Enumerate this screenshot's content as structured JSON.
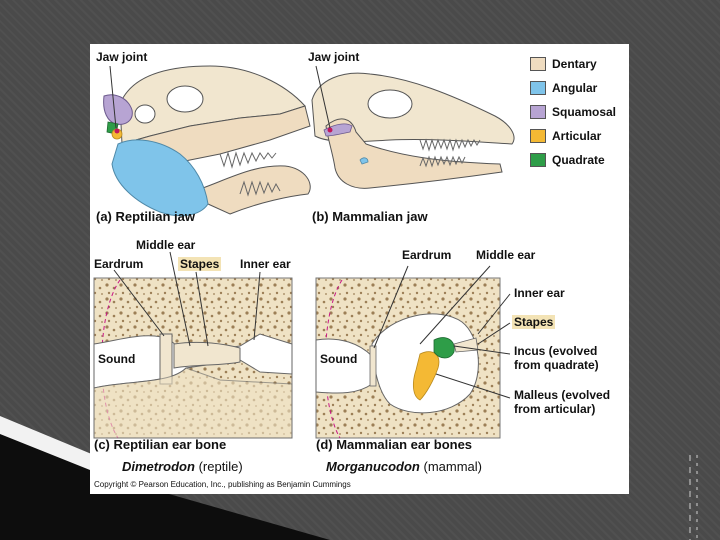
{
  "panels": {
    "a": {
      "jaw_joint": "Jaw joint",
      "caption": "(a) Reptilian jaw"
    },
    "b": {
      "jaw_joint": "Jaw joint",
      "caption": "(b) Mammalian jaw"
    },
    "c": {
      "middle_ear": "Middle ear",
      "eardrum": "Eardrum",
      "stapes": "Stapes",
      "inner_ear": "Inner ear",
      "sound": "Sound",
      "caption": "(c) Reptilian ear bone"
    },
    "d": {
      "eardrum": "Eardrum",
      "middle_ear": "Middle ear",
      "inner_ear": "Inner ear",
      "stapes": "Stapes",
      "incus_1": "Incus (evolved",
      "incus_2": "from quadrate)",
      "malleus_1": "Malleus (evolved",
      "malleus_2": "from articular)",
      "sound": "Sound",
      "caption": "(d) Mammalian ear bones"
    }
  },
  "legend": [
    {
      "label": "Dentary",
      "color": "#efdcc0"
    },
    {
      "label": "Angular",
      "color": "#7fc4ea"
    },
    {
      "label": "Squamosal",
      "color": "#b7a4d3"
    },
    {
      "label": "Articular",
      "color": "#f4b934"
    },
    {
      "label": "Quadrate",
      "color": "#2e9d48"
    }
  ],
  "species": {
    "left_name": "Dimetrodon",
    "left_group": "(reptile)",
    "right_name": "Morganucodon",
    "right_group": "(mammal)"
  },
  "copyright": "Copyright © Pearson Education, Inc., publishing as Benjamin Cummings"
}
